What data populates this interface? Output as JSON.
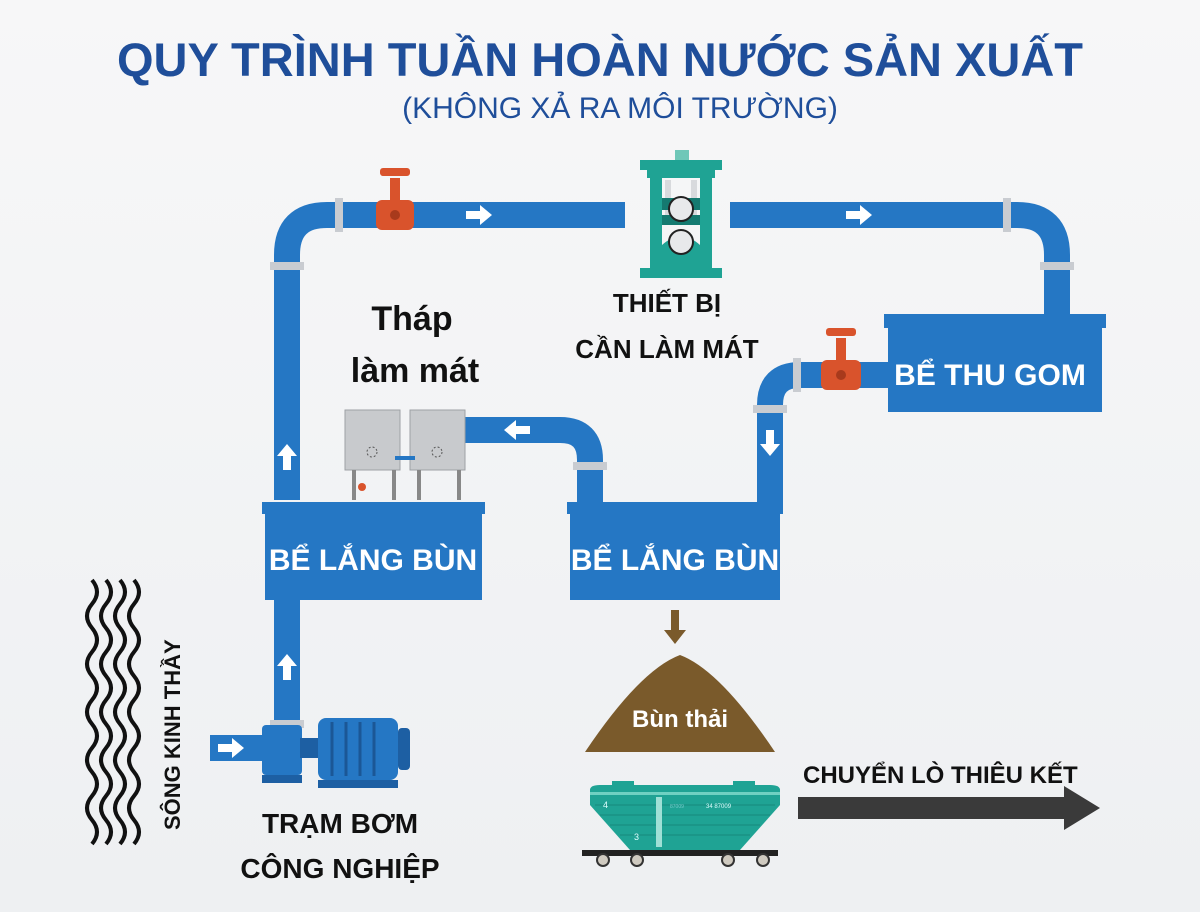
{
  "title": "QUY TRÌNH TUẦN HOÀN NƯỚC SẢN XUẤT",
  "subtitle": "(KHÔNG XẢ RA MÔI TRƯỜNG)",
  "labels": {
    "cooling_tower_line1": "Tháp",
    "cooling_tower_line2": "làm mát",
    "equipment_line1": "THIẾT BỊ",
    "equipment_line2": "CẦN LÀM MÁT",
    "pump_line1": "TRẠM BƠM",
    "pump_line2": "CÔNG NGHIỆP",
    "river": "SÔNG KINH THẦY",
    "transport": "CHUYỂN LÒ THIÊU KẾT",
    "sludge": "Bùn thải"
  },
  "tanks": {
    "settling_1": "BỂ LẮNG BÙN",
    "settling_2": "BỂ LẮNG BÙN",
    "collection": "BỂ THU GOM"
  },
  "train": {
    "number_left": "4",
    "number_door": "3",
    "code": "34 87009",
    "code_small": "87009"
  },
  "colors": {
    "pipe": "#2577c4",
    "title": "#1f4e9a",
    "valve": "#d9532c",
    "machine": "#1fa394",
    "sludge": "#7a5a2b",
    "arrow": "#3a3a3a"
  }
}
